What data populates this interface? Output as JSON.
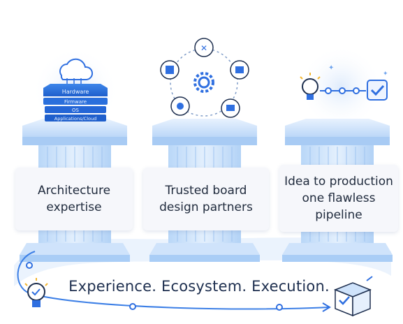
{
  "pillars": [
    {
      "label": "Architecture\nexpertise",
      "icon": "cloud-stack-icon"
    },
    {
      "label": "Trusted board\ndesign partners",
      "icon": "gear-network-icon"
    },
    {
      "label": "Idea to production\none flawless\npipeline",
      "icon": "bulb-pipeline-icon"
    }
  ],
  "stack_layers": [
    "Hardware",
    "Firmware",
    "OS",
    "Applications/Cloud"
  ],
  "tagline": "Experience. Ecosystem. Execution.",
  "colors": {
    "accent": "#2f6fe0",
    "pillar": "#cfe3fb",
    "pillar_dark": "#a9cdf6",
    "text": "#1e2f4f"
  }
}
